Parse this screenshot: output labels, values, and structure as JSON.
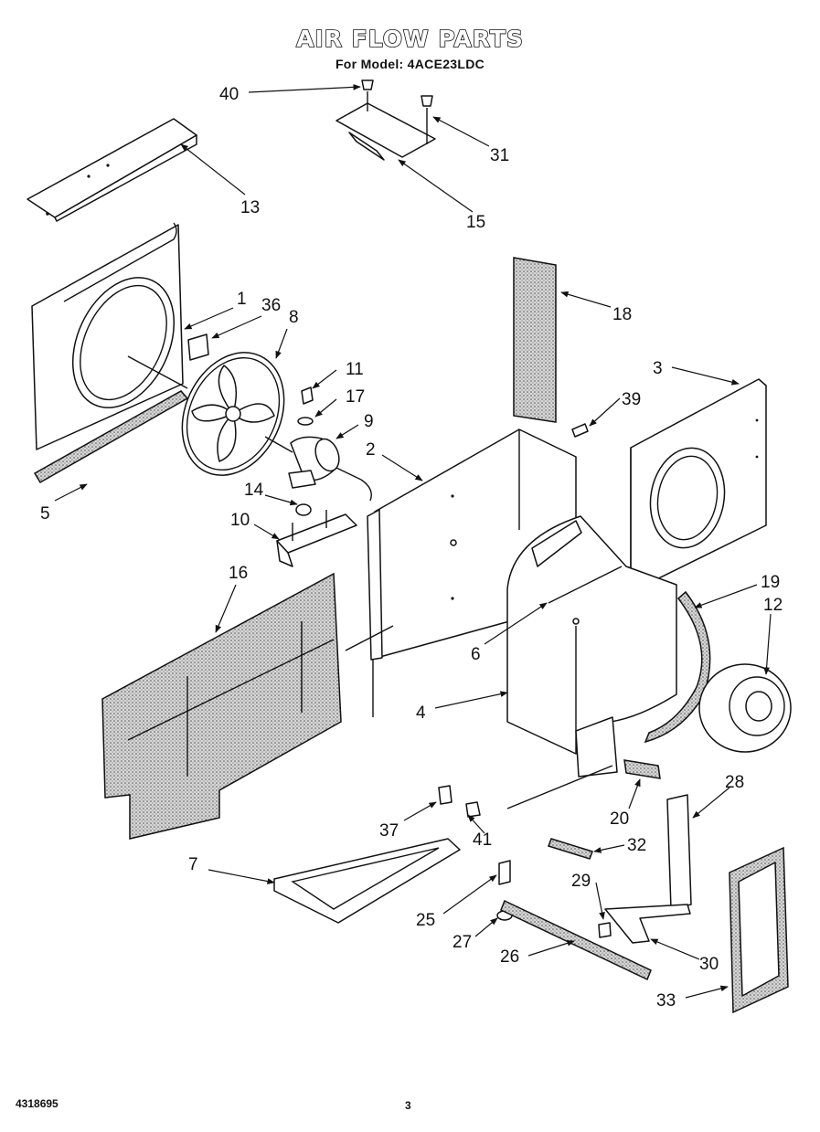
{
  "header": {
    "title": "AIR FLOW PARTS",
    "subtitle": "For Model: 4ACE23LDC"
  },
  "footer": {
    "doc_number": "4318695",
    "page_number": "3"
  },
  "callouts": {
    "c1": "1",
    "c2": "2",
    "c3": "3",
    "c4": "4",
    "c5": "5",
    "c6": "6",
    "c7": "7",
    "c8": "8",
    "c9": "9",
    "c10": "10",
    "c11": "11",
    "c12": "12",
    "c13": "13",
    "c14": "14",
    "c15": "15",
    "c16": "16",
    "c17": "17",
    "c18": "18",
    "c19": "19",
    "c20": "20",
    "c25": "25",
    "c26": "26",
    "c27": "27",
    "c28": "28",
    "c29": "29",
    "c30": "30",
    "c31": "31",
    "c32": "32",
    "c33": "33",
    "c36": "36",
    "c37": "37",
    "c39": "39",
    "c40": "40",
    "c41": "41"
  }
}
